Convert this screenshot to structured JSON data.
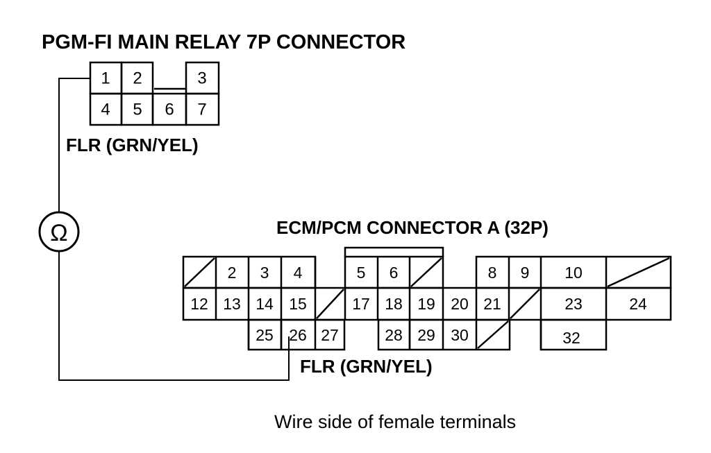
{
  "relay_connector": {
    "title": "PGM-FI MAIN RELAY 7P CONNECTOR",
    "wire_label": "FLR (GRN/YEL)",
    "row1": [
      "1",
      "2",
      "",
      "3"
    ],
    "row2": [
      "4",
      "5",
      "6",
      "7"
    ]
  },
  "meter": {
    "symbol": "Ω",
    "name": "ohmmeter-symbol"
  },
  "ecm_connector": {
    "title": "ECM/PCM CONNECTOR A (32P)",
    "wire_label": "FLR (GRN/YEL)",
    "row1": [
      "",
      "2",
      "3",
      "4",
      "",
      "5",
      "6",
      "",
      "",
      "8",
      "9",
      "10",
      ""
    ],
    "row2": [
      "12",
      "13",
      "14",
      "15",
      "",
      "17",
      "18",
      "19",
      "20",
      "21",
      "",
      "23",
      "24"
    ],
    "row3": [
      "25",
      "26",
      "27",
      "28",
      "29",
      "30",
      "",
      "32"
    ]
  },
  "footer": {
    "caption": "Wire side of female terminals"
  }
}
